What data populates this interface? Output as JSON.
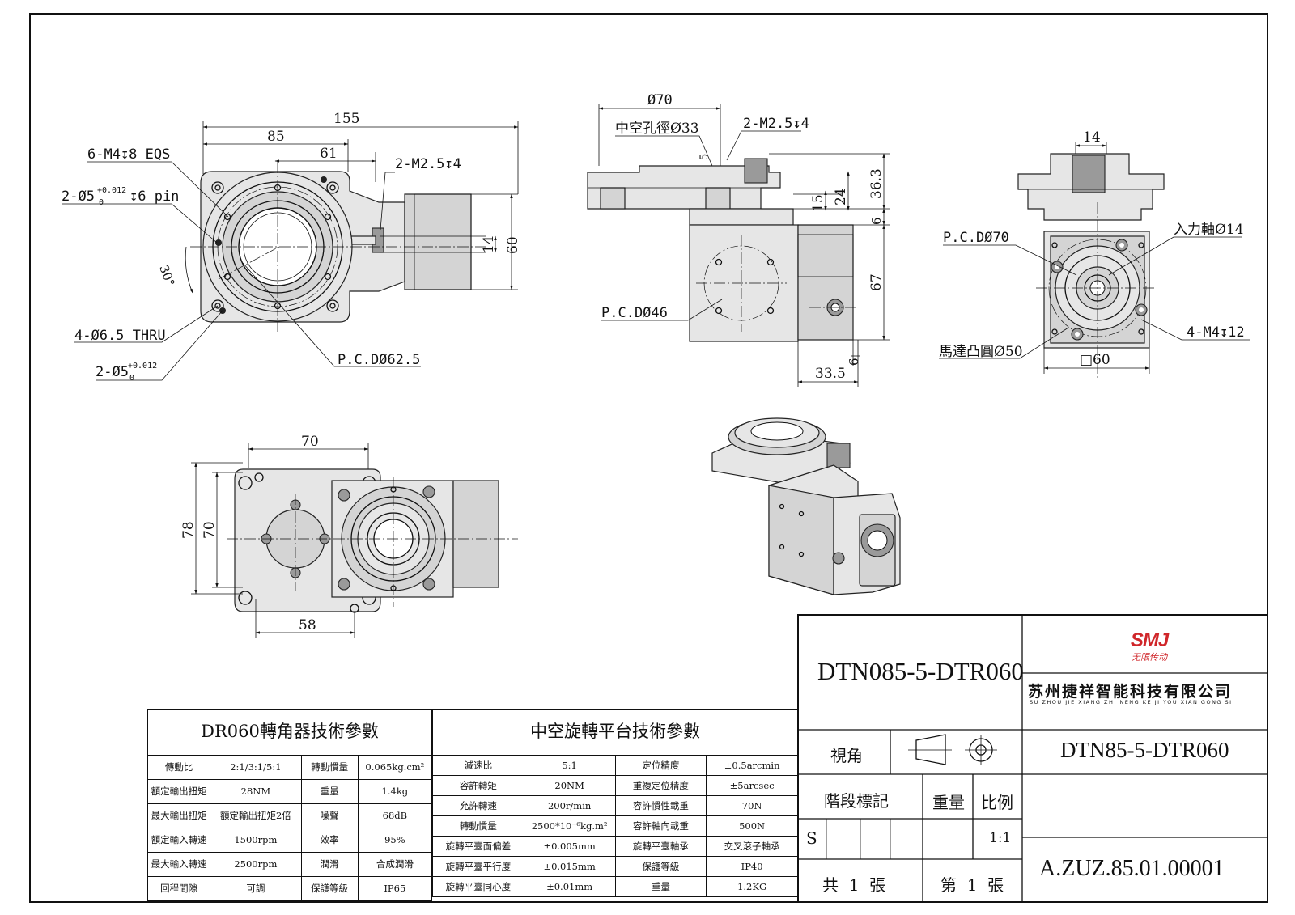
{
  "front_view": {
    "dims": [
      "155",
      "85",
      "61",
      "14",
      "60"
    ],
    "notes": {
      "m4": "6-M4↧8 EQS",
      "pin_dia": "2-Ø5",
      "pin_tol_upper": "+0.012",
      "pin_tol_lower": "0",
      "pin_depth": "↧6 pin",
      "m25": "2-M2.5↧4",
      "angle": "30°",
      "thru": "4-Ø6.5 THRU",
      "pin2_dia": "2-Ø5",
      "pin2_tol_upper": "+0.012",
      "pin2_tol_lower": "0",
      "pcd": "P.C.DØ62.5"
    }
  },
  "side_view": {
    "dims": [
      "Ø70",
      "5",
      "36.3",
      "24",
      "15",
      "6",
      "67",
      "6",
      "33.5"
    ],
    "notes": {
      "hollow": "中空孔徑Ø33",
      "m25": "2-M2.5↧4",
      "pcd": "P.C.DØ46"
    }
  },
  "end_view": {
    "dims": [
      "14",
      "□60"
    ],
    "notes": {
      "pcd": "P.C.DØ70",
      "input": "入力軸Ø14",
      "m4": "4-M4↧12",
      "boss": "馬達凸圓Ø50"
    }
  },
  "bottom_view": {
    "dims": [
      "70",
      "78",
      "70",
      "58"
    ]
  },
  "dr_table": {
    "title": "DR060轉角器技術參數",
    "rows": [
      [
        "傳動比",
        "2:1/3:1/5:1",
        "轉動慣量",
        "0.065kg.cm²"
      ],
      [
        "額定輸出扭矩",
        "28NM",
        "重量",
        "1.4kg"
      ],
      [
        "最大輸出扭矩",
        "額定輸出扭矩2倍",
        "噪聲",
        "68dB"
      ],
      [
        "額定輸入轉速",
        "1500rpm",
        "效率",
        "95%"
      ],
      [
        "最大輸入轉速",
        "2500rpm",
        "潤滑",
        "合成潤滑"
      ],
      [
        "回程間隙",
        "可調",
        "保護等級",
        "IP65"
      ]
    ]
  },
  "hp_table": {
    "title": "中空旋轉平台技術參數",
    "rows": [
      [
        "減速比",
        "5:1",
        "定位精度",
        "±0.5arcmin"
      ],
      [
        "容許轉矩",
        "20NM",
        "重複定位精度",
        "±5arcsec"
      ],
      [
        "允許轉速",
        "200r/min",
        "容許慣性載重",
        "70N"
      ],
      [
        "轉動慣量",
        "2500*10⁻⁶kg.m²",
        "容許軸向載重",
        "500N"
      ],
      [
        "旋轉平臺面偏差",
        "±0.005mm",
        "旋轉平臺軸承",
        "交叉滾子軸承"
      ],
      [
        "旋轉平臺平行度",
        "±0.015mm",
        "保護等級",
        "IP40"
      ],
      [
        "旋轉平臺同心度",
        "±0.01mm",
        "重量",
        "1.2KG"
      ]
    ]
  },
  "title_block": {
    "model": "DTN085-5-DTR060",
    "logo_mark": "SMJ",
    "logo_slogan": "无限传动",
    "company_cn": "苏州捷祥智能科技有限公司",
    "company_pinyin": "SU ZHOU JIE XIANG ZHI NENG KE JI YOU XIAN GONG SI",
    "view_label": "視角",
    "part_name": "DTN85-5-DTR060",
    "stage_mark": "階段標記",
    "weight_label": "重量",
    "scale_label": "比例",
    "stage_value": "S",
    "scale_value": "1:1",
    "total_sheets": "共  1  張",
    "sheet_no": "第  1  張",
    "drawing_no": "A.ZUZ.85.01.00001"
  }
}
